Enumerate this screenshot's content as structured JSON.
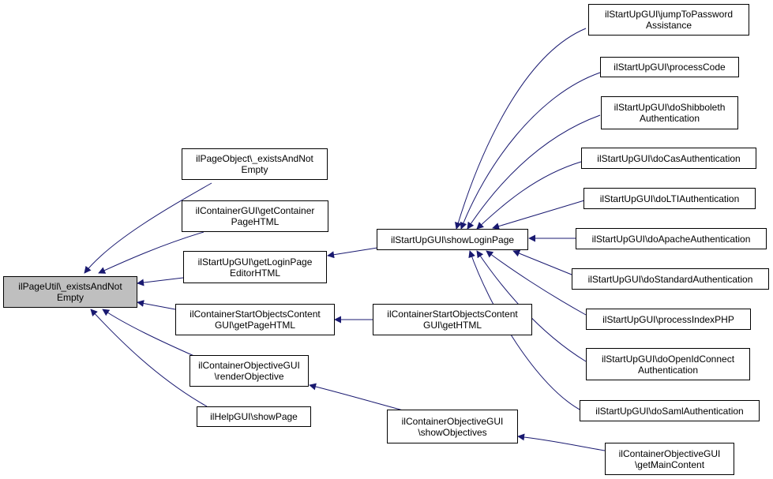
{
  "colors": {
    "edge": "#191970",
    "node_border": "#000000",
    "root_fill": "#bfbfbf",
    "node_fill": "#ffffff"
  },
  "nodes": {
    "root": {
      "l1": "ilPageUtil\\_existsAndNot",
      "l2": "Empty"
    },
    "page_object": {
      "l1": "ilPageObject\\_existsAndNot",
      "l2": "Empty"
    },
    "container_gui": {
      "l1": "ilContainerGUI\\getContainer",
      "l2": "PageHTML"
    },
    "startup_editor": {
      "l1": "ilStartUpGUI\\getLoginPage",
      "l2": "EditorHTML"
    },
    "cso_page": {
      "l1": "ilContainerStartObjectsContent",
      "l2": "GUI\\getPageHTML"
    },
    "objective_render": {
      "l1": "ilContainerObjectiveGUI",
      "l2": "\\renderObjective"
    },
    "help_gui": {
      "l1": "ilHelpGUI\\showPage"
    },
    "show_login": {
      "l1": "ilStartUpGUI\\showLoginPage"
    },
    "cso_html": {
      "l1": "ilContainerStartObjectsContent",
      "l2": "GUI\\getHTML"
    },
    "show_objectives": {
      "l1": "ilContainerObjectiveGUI",
      "l2": "\\showObjectives"
    },
    "jump_pw": {
      "l1": "ilStartUpGUI\\jumpToPassword",
      "l2": "Assistance"
    },
    "process_code": {
      "l1": "ilStartUpGUI\\processCode"
    },
    "shibboleth": {
      "l1": "ilStartUpGUI\\doShibboleth",
      "l2": "Authentication"
    },
    "cas": {
      "l1": "ilStartUpGUI\\doCasAuthentication"
    },
    "lti": {
      "l1": "ilStartUpGUI\\doLTIAuthentication"
    },
    "apache": {
      "l1": "ilStartUpGUI\\doApacheAuthentication"
    },
    "standard": {
      "l1": "ilStartUpGUI\\doStandardAuthentication"
    },
    "index_php": {
      "l1": "ilStartUpGUI\\processIndexPHP"
    },
    "openid": {
      "l1": "ilStartUpGUI\\doOpenIdConnect",
      "l2": "Authentication"
    },
    "saml": {
      "l1": "ilStartUpGUI\\doSamlAuthentication"
    },
    "main_content": {
      "l1": "ilContainerObjectiveGUI",
      "l2": "\\getMainContent"
    }
  }
}
